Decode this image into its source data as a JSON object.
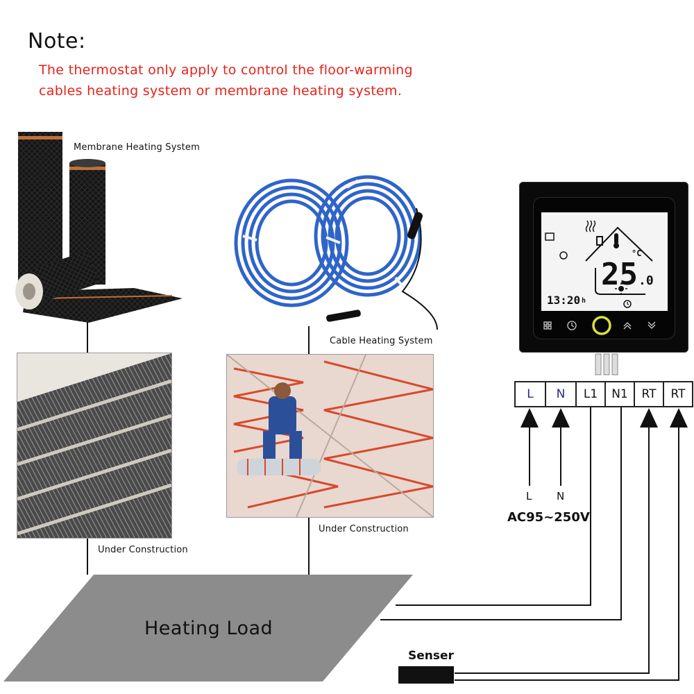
{
  "note": {
    "title": "Note:",
    "lines": [
      "The thermostat only apply to control the floor-warming",
      "cables heating system or membrane heating system."
    ]
  },
  "membrane": {
    "caption": "Membrane Heating System",
    "construction_caption": "Under Construction"
  },
  "cable": {
    "caption": "Cable Heating System",
    "construction_caption": "Under Construction"
  },
  "heating_load": {
    "label": "Heating Load"
  },
  "thermostat": {
    "temperature": "25",
    "temperature_decimal": ".0",
    "unit": "°C",
    "time": "13:20",
    "time_suffix": "h",
    "buttons": [
      "menu-icon",
      "clock-icon",
      "power-icon",
      "up-icon",
      "down-icon"
    ]
  },
  "terminals": [
    "L",
    "N",
    "L1",
    "N1",
    "RT",
    "RT"
  ],
  "supply": {
    "letters": [
      "L",
      "N"
    ],
    "voltage": "AC95~250V"
  },
  "sensor": {
    "label": "Senser"
  },
  "colors": {
    "note_text": "#e8221a",
    "cable_blue": "#2f64c9",
    "membrane_black": "#151515",
    "copper": "#c0703a",
    "load_gray": "#8c8c8c",
    "thermostat_body": "#0a0a0a",
    "power_ring": "#d6e23a"
  }
}
